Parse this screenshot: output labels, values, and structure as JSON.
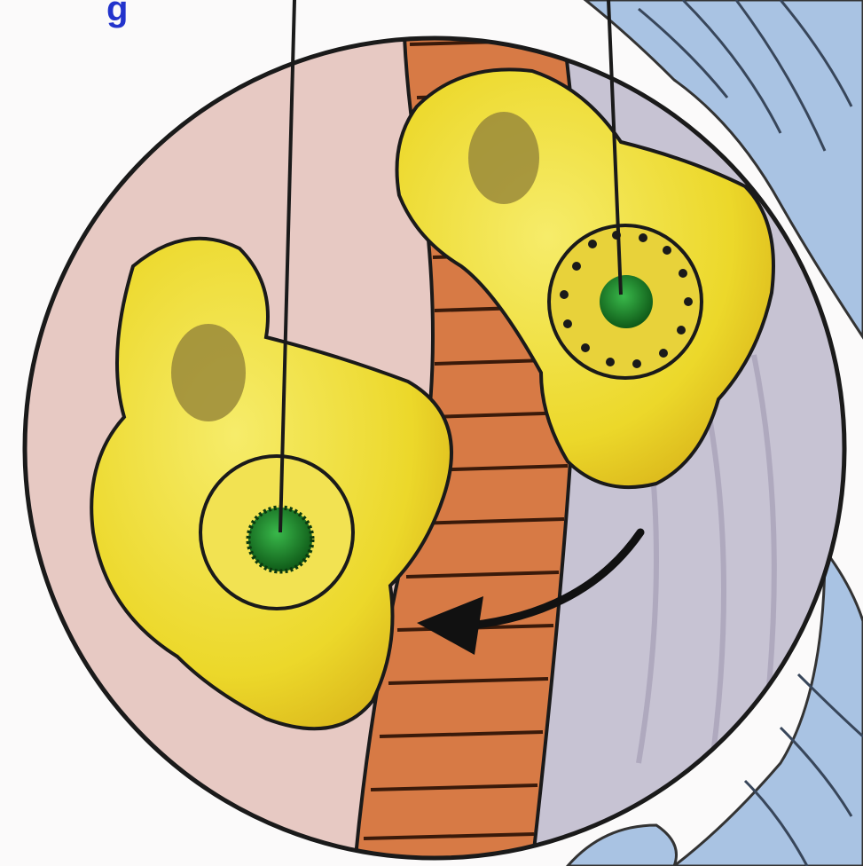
{
  "heading_fragment": "g",
  "colors": {
    "background": "#fbfafa",
    "heading": "#2233cc",
    "left_tissue": "#e7c9c3",
    "right_tissue": "#c7c3d3",
    "vessel_wall": "#d77a45",
    "cell_yellow": "#ecd82a",
    "nucleus": "#9a8a3a",
    "granule_green": "#1f8a2a",
    "fibers_blue": "#a9c3e3",
    "outline": "#1a1a1a"
  },
  "elements": [
    "left-tissue-region",
    "blood-vessel-wall",
    "right-tissue-region",
    "left-yellow-cell",
    "right-yellow-cell",
    "left-cell-green-granule",
    "right-cell-green-granule",
    "left-pointer-line",
    "right-pointer-line",
    "migration-arrow"
  ]
}
